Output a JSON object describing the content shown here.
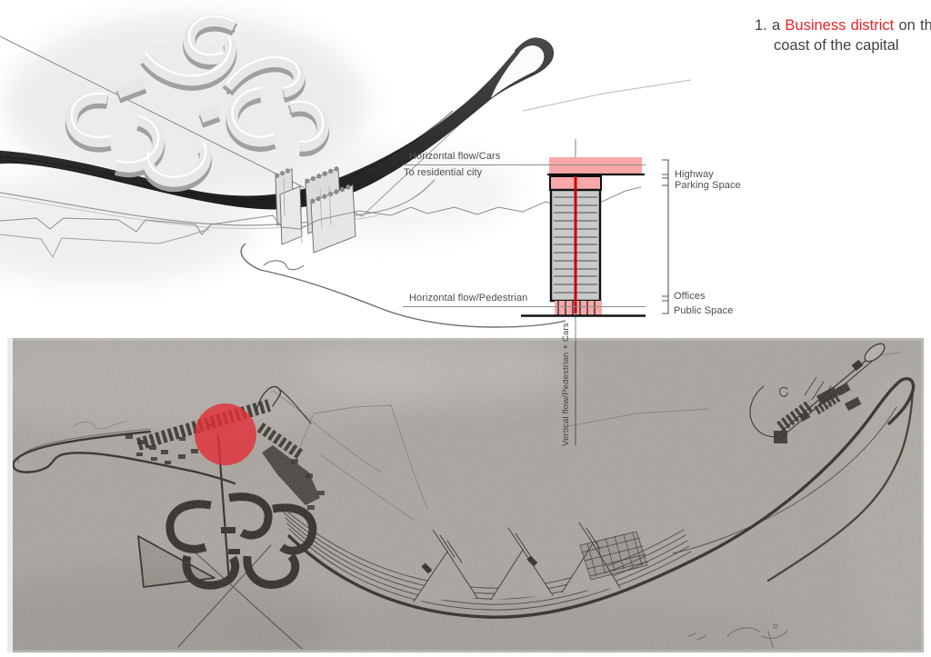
{
  "heading": {
    "index": "1. ",
    "pre": "a ",
    "highlight": "Business district",
    "post": " on the coast of the capital",
    "highlight_color": "#ec2028",
    "text_color": "#414042"
  },
  "section_diagram": {
    "left_labels": {
      "cars": "Horizontal flow/Cars",
      "residential": "To residential city",
      "pedestrian": "Horizontal flow/Pedestrian"
    },
    "right_labels": [
      "Highway",
      "Parking Space",
      "Offices",
      "Public Space"
    ],
    "vertical_label": "Vertical flow/Pedestrian + Cars",
    "floor_count": 13,
    "colors": {
      "zone_pink": "#f8a8a8",
      "core_red": "#cc0000",
      "tower_gray": "#c9c9c9",
      "outline": "#1a1a1a"
    }
  },
  "site_map": {
    "marker_color": "#e03138",
    "paper_color": "#a8a49f",
    "ink_color": "#2f2a24"
  }
}
